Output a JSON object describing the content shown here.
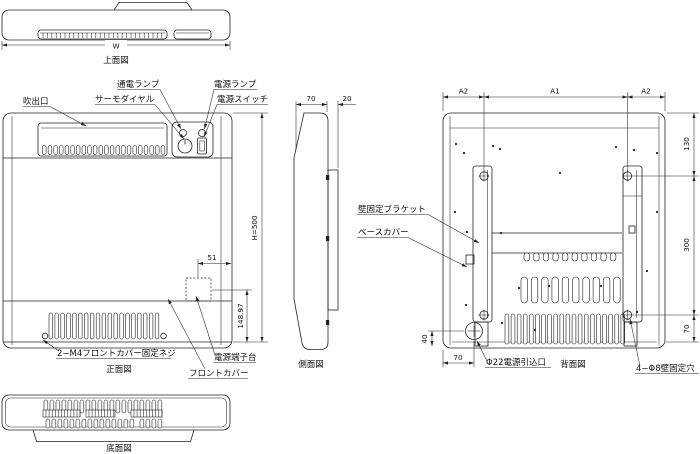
{
  "page": {
    "background": "#ffffff",
    "line_color": "#222222"
  },
  "views": {
    "top": {
      "label": "上面図"
    },
    "front": {
      "label": "正面図"
    },
    "side": {
      "label": "側面図"
    },
    "back": {
      "label": "背面図"
    },
    "bottom": {
      "label": "底面図"
    }
  },
  "callouts": {
    "air_outlet": "吹出口",
    "power_on_lamp": "通電ランプ",
    "power_lamp": "電源ランプ",
    "thermo_dial": "サーモダイヤル",
    "power_switch": "電源スイッチ",
    "front_cover_screws": "2−M4フロントカバー固定ネジ",
    "terminal_block": "電源端子台",
    "front_cover": "フロントカバー",
    "wall_bracket": "壁固定ブラケット",
    "base_cover": "ベースカバー",
    "power_inlet": "Φ22電源引込口",
    "wall_fixing_holes": "4−Φ8壁固定穴"
  },
  "dimensions": {
    "width": "W",
    "height": "H=500",
    "terminal_offset": "51",
    "terminal_height": "148.97",
    "depth": "70",
    "wall_gap": "20",
    "back_a2_left": "A2",
    "back_a1": "A1",
    "back_a2_right": "A2",
    "bracket_top": "130",
    "bracket_span": "300",
    "bracket_bottom": "70",
    "inlet_x": "70",
    "inlet_y": "40"
  }
}
